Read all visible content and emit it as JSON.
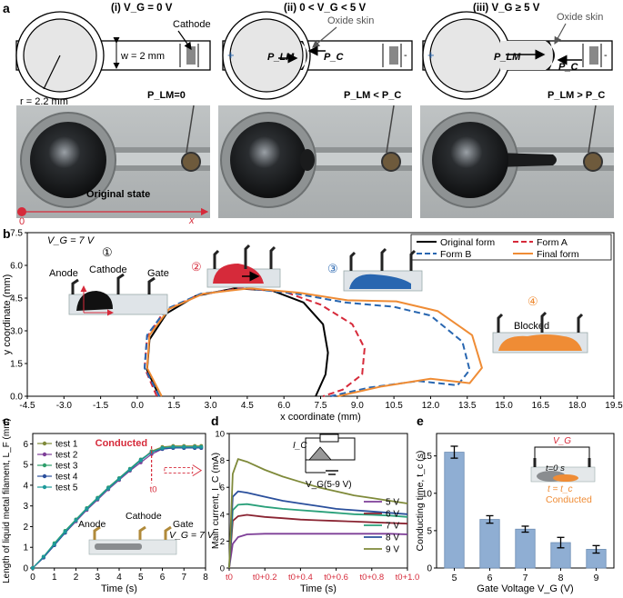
{
  "panel_labels": [
    "a",
    "b",
    "c",
    "d",
    "e"
  ],
  "panel_a": {
    "subfigs": [
      {
        "title": "(i) V_G = 0 V",
        "pressure": "P_LM=0",
        "tag": "Cathode"
      },
      {
        "title": "(ii) 0 < V_G < 5 V",
        "pressure": "P_LM < P_C",
        "tag": "Oxide skin"
      },
      {
        "title": "(iii) V_G ≥ 5 V",
        "pressure": "P_LM > P_C",
        "tag": "Oxide skin"
      }
    ],
    "w_label": "w = 2 mm",
    "r_label": "r = 2.2 mm",
    "plm": "P_LM",
    "pc": "P_C",
    "original_state": "Original state",
    "origin": "0",
    "xaxis": "x"
  },
  "panel_b": {
    "voltage": "V_G = 7 V",
    "step_labels": [
      "①",
      "②",
      "③",
      "④"
    ],
    "anode": "Anode",
    "cathode": "Cathode",
    "gate": "Gate",
    "blocked": "Blocked",
    "xlabel": "x coordinate (mm)",
    "ylabel": "y coordinate (mm)",
    "legend": [
      "Original form",
      "Form A",
      "Form B",
      "Final form"
    ],
    "colors": {
      "original": "#000000",
      "formA": "#d62a3a",
      "formB": "#2866b0",
      "final": "#ef8c35"
    }
  },
  "panel_c": {
    "ylabel": "Length of liquid metal filament, L_F (mm)",
    "xlabel": "Time (s)",
    "legend": [
      "test 1",
      "test 2",
      "test 3",
      "test 4",
      "test 5"
    ],
    "conducted": "Conducted",
    "t0": "t0",
    "anode": "Anode",
    "cathode": "Cathode",
    "gate": "Gate",
    "vg": "V_G = 7 V"
  },
  "panel_d": {
    "ylabel": "Main current, I_C (mA)",
    "xlabel": "Time (s)",
    "legend": [
      "5 V",
      "6 V",
      "7 V",
      "8 V",
      "9 V"
    ],
    "xticks": [
      "t0",
      "t0+0.2",
      "t0+0.4",
      "t0+0.6",
      "t0+0.8",
      "t0+1.0"
    ],
    "ic": "I_C",
    "vg": "V_G(5-9 V)"
  },
  "panel_e": {
    "ylabel": "Conducting time, t_c (s)",
    "xlabel": "Gate Voltage V_G (V)",
    "vg": "V_G",
    "t0": "t=0 s",
    "tc": "t = t_c",
    "conducted": "Conducted"
  },
  "chart_data": [
    {
      "type": "line",
      "panel": "b",
      "xlabel": "x coordinate (mm)",
      "ylabel": "y coordinate (mm)",
      "xlim": [
        -4.5,
        19.5
      ],
      "ylim": [
        0,
        7.5
      ],
      "xticks": [
        -4.5,
        -3.0,
        -1.5,
        0.0,
        1.5,
        3.0,
        4.5,
        6.0,
        7.5,
        9.0,
        10.5,
        12.0,
        13.5,
        15.0,
        16.5,
        18.0,
        19.5
      ],
      "yticks": [
        0.0,
        1.5,
        3.0,
        4.5,
        6.0,
        7.5
      ],
      "legend_placement": "top-right",
      "series": [
        {
          "name": "Original form",
          "style": "solid",
          "color": "#000000",
          "x": [
            0.9,
            0.4,
            0.5,
            1.2,
            2.4,
            4.0,
            5.5,
            6.8,
            7.6,
            7.8,
            7.7,
            7.3
          ],
          "y": [
            0.0,
            1.2,
            2.6,
            3.8,
            4.6,
            4.95,
            4.85,
            4.3,
            3.3,
            2.0,
            1.0,
            0.0
          ]
        },
        {
          "name": "Form A",
          "style": "dashed",
          "color": "#d62a3a",
          "x": [
            0.8,
            0.3,
            0.4,
            1.1,
            2.5,
            4.2,
            6.0,
            7.5,
            8.8,
            9.3,
            9.2,
            8.4,
            7.6
          ],
          "y": [
            0.0,
            1.3,
            2.7,
            3.9,
            4.65,
            4.95,
            4.8,
            4.2,
            3.3,
            2.2,
            1.0,
            0.3,
            0.0
          ]
        },
        {
          "name": "Form B",
          "style": "dashed",
          "color": "#2866b0",
          "x": [
            0.9,
            0.3,
            0.4,
            1.2,
            2.6,
            4.5,
            6.5,
            8.5,
            10.5,
            12.0,
            13.3,
            13.6,
            13.1,
            11.5,
            9.5,
            7.9
          ],
          "y": [
            0.0,
            1.3,
            2.8,
            4.0,
            4.7,
            4.95,
            4.7,
            4.3,
            4.1,
            3.7,
            2.5,
            1.2,
            0.5,
            0.7,
            0.4,
            0.0
          ]
        },
        {
          "name": "Final form",
          "style": "solid",
          "color": "#ef8c35",
          "x": [
            1.0,
            0.4,
            0.5,
            1.3,
            2.7,
            4.6,
            6.6,
            8.6,
            10.6,
            12.3,
            13.7,
            14.1,
            13.6,
            12.0,
            10.0,
            8.2
          ],
          "y": [
            0.0,
            1.3,
            2.8,
            4.0,
            4.7,
            4.95,
            4.75,
            4.4,
            4.35,
            3.9,
            2.8,
            1.3,
            0.6,
            0.8,
            0.45,
            0.0
          ]
        }
      ]
    },
    {
      "type": "line",
      "panel": "c",
      "xlabel": "Time (s)",
      "ylabel": "Length of liquid metal filament, L_F (mm)",
      "xlim": [
        0,
        8
      ],
      "ylim": [
        0,
        6.5
      ],
      "xticks": [
        0,
        1,
        2,
        3,
        4,
        5,
        6,
        7,
        8
      ],
      "yticks": [
        0,
        1,
        2,
        3,
        4,
        5,
        6
      ],
      "legend_placement": "top-left",
      "series": [
        {
          "name": "test 1",
          "color": "#7f8a3a",
          "x": [
            0,
            0.5,
            1,
            1.5,
            2,
            2.5,
            3,
            3.5,
            4,
            4.5,
            5,
            5.5,
            6,
            6.5,
            7,
            7.5,
            7.8
          ],
          "y": [
            0,
            0.55,
            1.15,
            1.75,
            2.3,
            2.85,
            3.35,
            3.85,
            4.3,
            4.75,
            5.2,
            5.65,
            5.85,
            5.9,
            5.9,
            5.9,
            5.9
          ]
        },
        {
          "name": "test 2",
          "color": "#7e3f98",
          "x": [
            0,
            0.5,
            1,
            1.5,
            2,
            2.5,
            3,
            3.5,
            4,
            4.5,
            5,
            5.5,
            6,
            6.5,
            7,
            7.5,
            7.8
          ],
          "y": [
            0,
            0.5,
            1.1,
            1.7,
            2.25,
            2.8,
            3.3,
            3.8,
            4.25,
            4.7,
            5.1,
            5.5,
            5.75,
            5.8,
            5.8,
            5.8,
            5.8
          ]
        },
        {
          "name": "test 3",
          "color": "#2e9e6b",
          "x": [
            0,
            0.5,
            1,
            1.5,
            2,
            2.5,
            3,
            3.5,
            4,
            4.5,
            5,
            5.5,
            6,
            6.5,
            7,
            7.5,
            7.8
          ],
          "y": [
            0,
            0.55,
            1.2,
            1.8,
            2.35,
            2.9,
            3.4,
            3.9,
            4.35,
            4.8,
            5.25,
            5.6,
            5.8,
            5.85,
            5.85,
            5.85,
            5.85
          ]
        },
        {
          "name": "test 4",
          "color": "#2a4f9c",
          "x": [
            0,
            0.5,
            1,
            1.5,
            2,
            2.5,
            3,
            3.5,
            4,
            4.5,
            5,
            5.5,
            6,
            6.5,
            7,
            7.5,
            7.8
          ],
          "y": [
            0,
            0.5,
            1.1,
            1.7,
            2.3,
            2.85,
            3.35,
            3.85,
            4.3,
            4.75,
            5.2,
            5.6,
            5.75,
            5.8,
            5.8,
            5.8,
            5.8
          ]
        },
        {
          "name": "test 5",
          "color": "#1d9a9a",
          "x": [
            0,
            0.5,
            1,
            1.5,
            2,
            2.5,
            3,
            3.5,
            4,
            4.5,
            5,
            5.5,
            6,
            6.5,
            7,
            7.5,
            7.8
          ],
          "y": [
            0,
            0.55,
            1.15,
            1.75,
            2.3,
            2.85,
            3.35,
            3.85,
            4.3,
            4.75,
            5.2,
            5.6,
            5.8,
            5.85,
            5.85,
            5.85,
            5.85
          ]
        }
      ]
    },
    {
      "type": "line",
      "panel": "d",
      "xlabel": "Time (s)",
      "ylabel": "Main current, I_C (mA)",
      "xlim": [
        0,
        1.0
      ],
      "ylim": [
        0,
        10
      ],
      "xticks": [
        "t0",
        "t0+0.2",
        "t0+0.4",
        "t0+0.6",
        "t0+0.8",
        "t0+1.0"
      ],
      "yticks": [
        0,
        2,
        4,
        6,
        8,
        10
      ],
      "legend_placement": "right",
      "series": [
        {
          "name": "5 V",
          "color": "#7e3f98",
          "x": [
            0,
            0.02,
            0.05,
            0.1,
            0.2,
            0.3,
            0.4,
            0.5,
            0.6,
            0.7,
            0.8,
            0.9,
            1.0
          ],
          "y": [
            0,
            1.8,
            2.3,
            2.5,
            2.55,
            2.55,
            2.55,
            2.55,
            2.55,
            2.55,
            2.55,
            2.55,
            2.5
          ]
        },
        {
          "name": "6 V",
          "color": "#8a2432",
          "x": [
            0,
            0.02,
            0.05,
            0.1,
            0.2,
            0.3,
            0.4,
            0.5,
            0.6,
            0.7,
            0.8,
            0.9,
            1.0
          ],
          "y": [
            0,
            3.5,
            3.85,
            3.95,
            3.8,
            3.7,
            3.6,
            3.55,
            3.5,
            3.45,
            3.4,
            3.35,
            3.3
          ]
        },
        {
          "name": "7 V",
          "color": "#2aa07a",
          "x": [
            0,
            0.02,
            0.05,
            0.1,
            0.2,
            0.3,
            0.4,
            0.5,
            0.6,
            0.7,
            0.8,
            0.9,
            1.0
          ],
          "y": [
            0,
            4.3,
            4.7,
            4.75,
            4.55,
            4.4,
            4.3,
            4.2,
            4.1,
            4.0,
            3.95,
            3.9,
            3.8
          ]
        },
        {
          "name": "8 V",
          "color": "#2a4f9c",
          "x": [
            0,
            0.02,
            0.05,
            0.1,
            0.2,
            0.3,
            0.4,
            0.5,
            0.6,
            0.7,
            0.8,
            0.9,
            1.0
          ],
          "y": [
            0,
            5.3,
            5.7,
            5.6,
            5.3,
            5.0,
            4.8,
            4.6,
            4.4,
            4.3,
            4.2,
            4.1,
            4.0
          ]
        },
        {
          "name": "9 V",
          "color": "#7f8a3a",
          "x": [
            0,
            0.02,
            0.05,
            0.1,
            0.2,
            0.3,
            0.4,
            0.5,
            0.6,
            0.7,
            0.8,
            0.9,
            1.0
          ],
          "y": [
            0,
            7.0,
            8.1,
            7.9,
            7.3,
            6.8,
            6.4,
            6.0,
            5.7,
            5.4,
            5.2,
            5.0,
            4.8
          ]
        }
      ]
    },
    {
      "type": "bar",
      "panel": "e",
      "xlabel": "Gate Voltage V_G (V)",
      "ylabel": "Conducting time, t_c (s)",
      "categories": [
        "5",
        "6",
        "7",
        "8",
        "9"
      ],
      "values": [
        15.5,
        6.5,
        5.2,
        3.4,
        2.5
      ],
      "errors": [
        0.8,
        0.5,
        0.4,
        0.7,
        0.5
      ],
      "ylim": [
        0,
        18
      ],
      "yticks": [
        0,
        5,
        10,
        15
      ],
      "color": "#8faed3"
    }
  ]
}
